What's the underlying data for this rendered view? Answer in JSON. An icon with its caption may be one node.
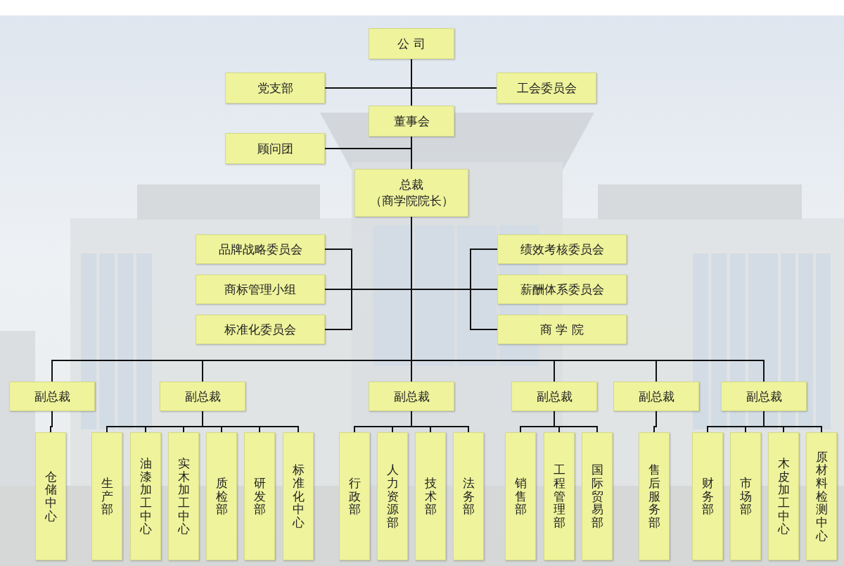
{
  "diagram": {
    "nodes": [
      {
        "text": [
          "公 司"
        ]
      },
      {
        "text": [
          "党支部"
        ]
      },
      {
        "text": [
          "工会委员会"
        ]
      },
      {
        "text": [
          "董事会"
        ]
      },
      {
        "text": [
          "顾问团"
        ]
      },
      {
        "text": [
          "总裁",
          "（商学院院长）"
        ]
      },
      {
        "text": [
          "品牌战略委员会"
        ]
      },
      {
        "text": [
          "商标管理小组"
        ]
      },
      {
        "text": [
          "标准化委员会"
        ]
      },
      {
        "text": [
          "绩效考核委员会"
        ]
      },
      {
        "text": [
          "薪酬体系委员会"
        ]
      },
      {
        "text": [
          "商 学 院"
        ]
      },
      {
        "text": [
          "副总裁"
        ]
      },
      {
        "text": [
          "副总裁"
        ]
      },
      {
        "text": [
          "副总裁"
        ]
      },
      {
        "text": [
          "副总裁"
        ]
      },
      {
        "text": [
          "副总裁"
        ]
      },
      {
        "text": [
          "副总裁"
        ]
      },
      {
        "text": [
          "仓储中心"
        ]
      },
      {
        "text": [
          "生产部"
        ]
      },
      {
        "text": [
          "油漆加工中心"
        ]
      },
      {
        "text": [
          "实木加工中心"
        ]
      },
      {
        "text": [
          "质检部"
        ]
      },
      {
        "text": [
          "研发部"
        ]
      },
      {
        "text": [
          "标准化中心"
        ]
      },
      {
        "text": [
          "行政部"
        ]
      },
      {
        "text": [
          "人力资源部"
        ]
      },
      {
        "text": [
          "技术部"
        ]
      },
      {
        "text": [
          "法务部"
        ]
      },
      {
        "text": [
          "销售部"
        ]
      },
      {
        "text": [
          "工程管理部"
        ]
      },
      {
        "text": [
          "国际贸易部"
        ]
      },
      {
        "text": [
          "售后服务部"
        ]
      },
      {
        "text": [
          "财务部"
        ]
      },
      {
        "text": [
          "市场部"
        ]
      },
      {
        "text": [
          "木皮加工中心"
        ]
      },
      {
        "text": [
          "原材料检测中心"
        ]
      }
    ],
    "edges": [
      {
        "from": 0,
        "to": 1,
        "arrow": "none"
      },
      {
        "from": 0,
        "to": 2,
        "arrow": "none"
      },
      {
        "from": 0,
        "to": 3,
        "arrow": "none"
      },
      {
        "from": 3,
        "to": 4,
        "arrow": "none"
      },
      {
        "from": 3,
        "to": 5,
        "arrow": "none"
      },
      {
        "from": 5,
        "to": 6,
        "arrow": "none"
      },
      {
        "from": 5,
        "to": 7,
        "arrow": "none"
      },
      {
        "from": 5,
        "to": 8,
        "arrow": "none"
      },
      {
        "from": 5,
        "to": 9,
        "arrow": "none"
      },
      {
        "from": 5,
        "to": 10,
        "arrow": "none"
      },
      {
        "from": 5,
        "to": 11,
        "arrow": "none"
      },
      {
        "from": 5,
        "to": 12,
        "arrow": "none"
      },
      {
        "from": 5,
        "to": 13,
        "arrow": "none"
      },
      {
        "from": 5,
        "to": 14,
        "arrow": "none"
      },
      {
        "from": 5,
        "to": 15,
        "arrow": "none"
      },
      {
        "from": 5,
        "to": 16,
        "arrow": "none"
      },
      {
        "from": 5,
        "to": 17,
        "arrow": "none"
      },
      {
        "from": 12,
        "to": 18,
        "arrow": "none"
      },
      {
        "from": 13,
        "to": 19,
        "arrow": "none"
      },
      {
        "from": 13,
        "to": 20,
        "arrow": "none"
      },
      {
        "from": 13,
        "to": 21,
        "arrow": "none"
      },
      {
        "from": 13,
        "to": 22,
        "arrow": "none"
      },
      {
        "from": 13,
        "to": 23,
        "arrow": "none"
      },
      {
        "from": 13,
        "to": 24,
        "arrow": "none"
      },
      {
        "from": 14,
        "to": 25,
        "arrow": "none"
      },
      {
        "from": 14,
        "to": 26,
        "arrow": "none"
      },
      {
        "from": 14,
        "to": 27,
        "arrow": "none"
      },
      {
        "from": 14,
        "to": 28,
        "arrow": "none"
      },
      {
        "from": 15,
        "to": 29,
        "arrow": "none"
      },
      {
        "from": 15,
        "to": 30,
        "arrow": "none"
      },
      {
        "from": 15,
        "to": 31,
        "arrow": "none"
      },
      {
        "from": 16,
        "to": 32,
        "arrow": "none"
      },
      {
        "from": 17,
        "to": 33,
        "arrow": "none"
      },
      {
        "from": 17,
        "to": 34,
        "arrow": "none"
      },
      {
        "from": 17,
        "to": 35,
        "arrow": "none"
      },
      {
        "from": 17,
        "to": 36,
        "arrow": "none"
      }
    ]
  }
}
